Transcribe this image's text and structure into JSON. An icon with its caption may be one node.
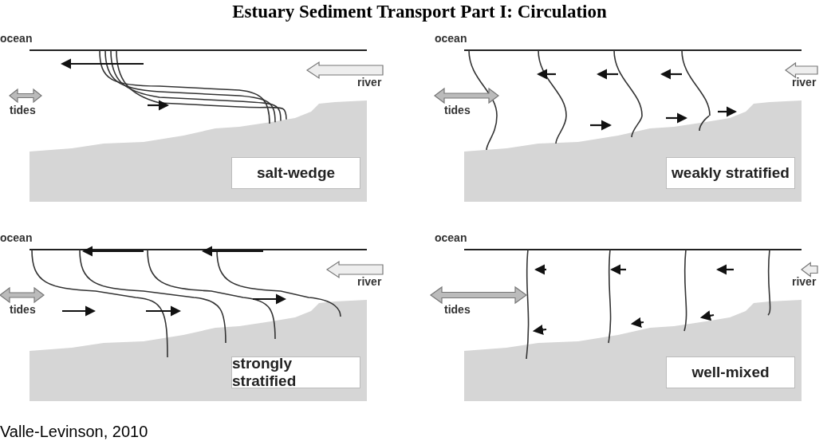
{
  "diagram": {
    "title": "Estuary Sediment Transport Part I: Circulation",
    "caption": "Valle-Levinson, 2010",
    "nodes": [
      {
        "text": [
          "salt-wedge"
        ]
      },
      {
        "text": [
          "weakly stratified"
        ]
      },
      {
        "text": [
          "strongly stratified"
        ]
      },
      {
        "text": [
          "well-mixed"
        ]
      }
    ],
    "labels": [
      "ocean",
      "river",
      "tides",
      "ocean",
      "river",
      "tides",
      "ocean",
      "river",
      "tides",
      "ocean",
      "river",
      "tides"
    ]
  }
}
